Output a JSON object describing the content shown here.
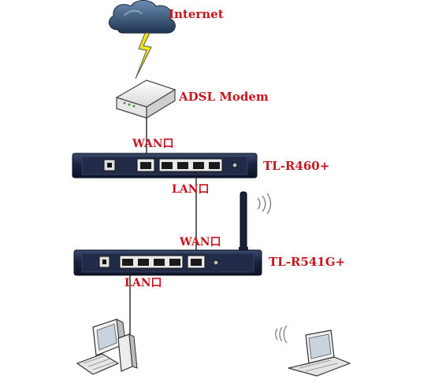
{
  "labels": {
    "internet": "Internet",
    "modem": "ADSL Modem",
    "wan_1": "WAN口",
    "router_1": "TL-R460+",
    "lan_1": "LAN口",
    "wan_2": "WAN口",
    "router_2": "TL-R541G+",
    "lan_2": "LAN口"
  },
  "colors": {
    "label_red": "#c8161e",
    "router_body": "#1f2a44",
    "cloud": "#3d5a7a",
    "bolt": "#f2e21b",
    "cable": "#222222"
  },
  "icons": {
    "cloud": "cloud-icon",
    "bolt": "lightning-bolt-icon",
    "modem": "modem-icon",
    "router_1": "router-icon",
    "router_2": "wireless-router-icon",
    "pc": "desktop-computer-icon",
    "laptop": "laptop-icon",
    "wifi": "wifi-waves-icon"
  }
}
